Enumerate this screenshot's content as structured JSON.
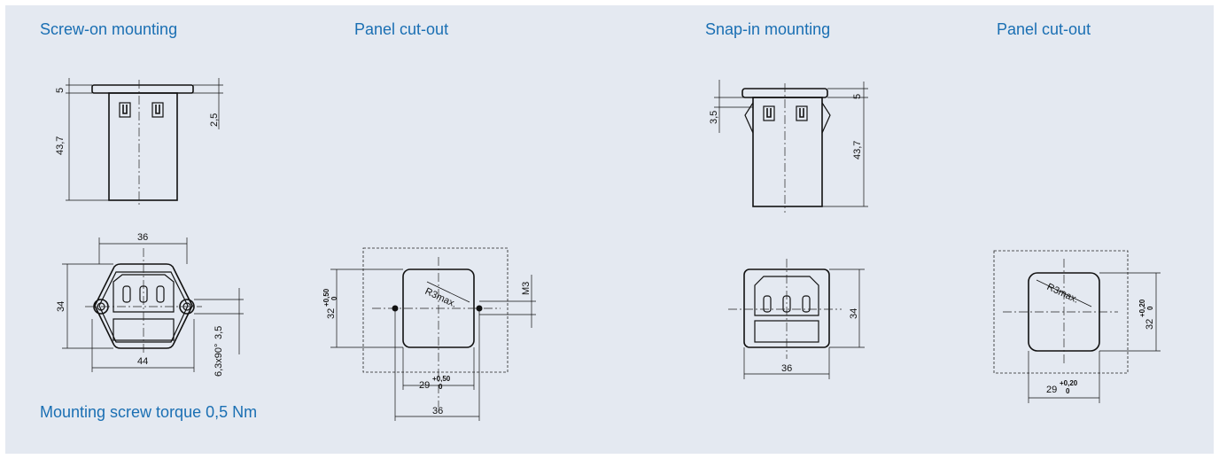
{
  "headings": {
    "screw_on": "Screw-on mounting",
    "panel_cutout_1": "Panel cut-out",
    "snap_in": "Snap-in mounting",
    "panel_cutout_2": "Panel cut-out"
  },
  "note": "Mounting screw torque 0,5 Nm",
  "dims": {
    "screw_side_5": "5",
    "screw_side_43_7": "43,7",
    "screw_side_2_5": "2,5",
    "screw_front_36": "36",
    "screw_front_34": "34",
    "screw_front_44": "44",
    "screw_front_3_5": "3,5",
    "screw_front_6_3": "6,3x90°",
    "cut1_32": "32",
    "cut1_32_tol_upper": "+0,50",
    "cut1_32_tol_lower": "0",
    "cut1_radius": "R3max.",
    "cut1_m3": "M3",
    "cut1_29": "29",
    "cut1_29_tol_upper": "+0,50",
    "cut1_29_tol_lower": "0",
    "cut1_36": "36",
    "snap_side_3_5": "3,5",
    "snap_side_5": "5",
    "snap_side_43_7": "43,7",
    "snap_front_34": "34",
    "snap_front_36": "36",
    "cut2_radius": "R3max.",
    "cut2_32": "32",
    "cut2_32_tol_upper": "+0,20",
    "cut2_32_tol_lower": "0",
    "cut2_29": "29",
    "cut2_29_tol_upper": "+0,20",
    "cut2_29_tol_lower": "0"
  },
  "colors": {
    "panel_background": "#e4e9f1",
    "heading_text": "#1a6fb3",
    "line": "#111111"
  }
}
